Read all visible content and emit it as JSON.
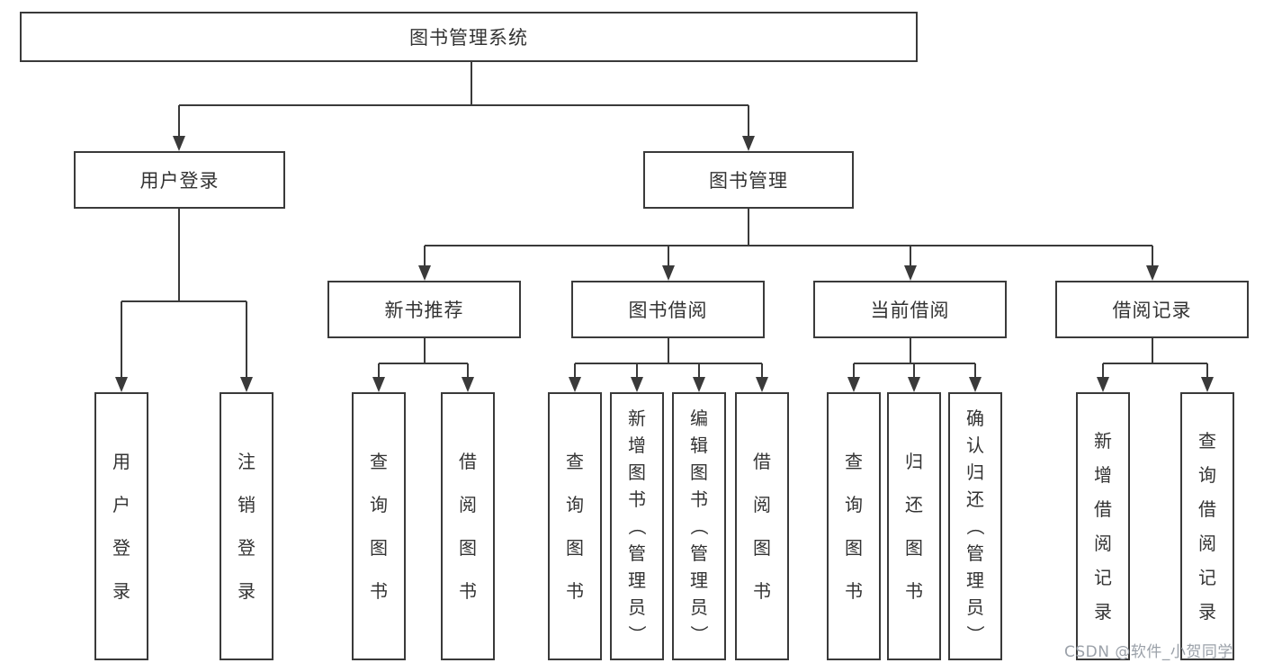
{
  "tree": {
    "root": {
      "label": "图书管理系统"
    },
    "children": [
      {
        "label": "用户登录",
        "children": [
          {
            "label": "用户登录"
          },
          {
            "label": "注销登录"
          }
        ]
      },
      {
        "label": "图书管理",
        "children": [
          {
            "label": "新书推荐",
            "children": [
              {
                "label": "查询图书"
              },
              {
                "label": "借阅图书"
              }
            ]
          },
          {
            "label": "图书借阅",
            "children": [
              {
                "label": "查询图书"
              },
              {
                "label": "新增图书（管理员）"
              },
              {
                "label": "编辑图书（管理员）"
              },
              {
                "label": "借阅图书"
              }
            ]
          },
          {
            "label": "当前借阅",
            "children": [
              {
                "label": "查询图书"
              },
              {
                "label": "归还图书"
              },
              {
                "label": "确认归还（管理员）"
              }
            ]
          },
          {
            "label": "借阅记录",
            "children": [
              {
                "label": "新增借阅记录"
              },
              {
                "label": "查询借阅记录"
              }
            ]
          }
        ]
      }
    ]
  },
  "watermark": {
    "text": "CSDN @软件_小贺同学"
  },
  "colors": {
    "line": "#3a3a3a",
    "text": "#333333",
    "box_background": "#ffffff",
    "page_background": "#ffffff",
    "watermark": "#9ba1a9"
  }
}
